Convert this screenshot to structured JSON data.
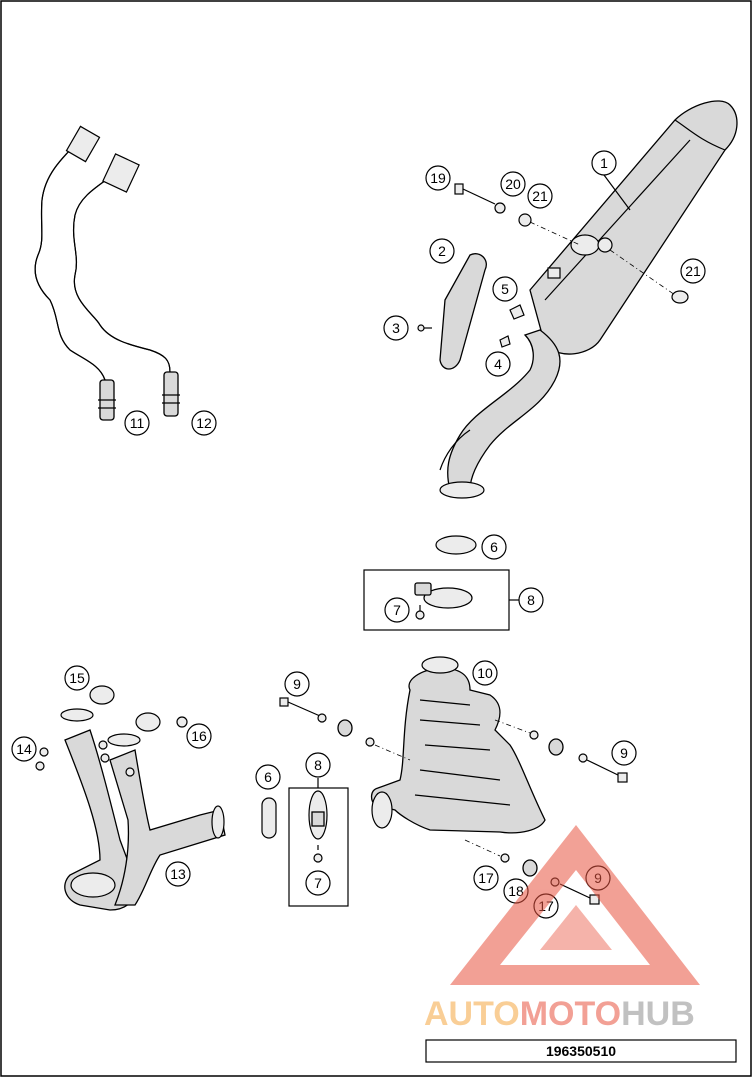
{
  "callouts": [
    {
      "id": "c1",
      "label": "1"
    },
    {
      "id": "c2",
      "label": "2"
    },
    {
      "id": "c3",
      "label": "3"
    },
    {
      "id": "c4",
      "label": "4"
    },
    {
      "id": "c5",
      "label": "5"
    },
    {
      "id": "c6a",
      "label": "6"
    },
    {
      "id": "c6b",
      "label": "6"
    },
    {
      "id": "c7a",
      "label": "7"
    },
    {
      "id": "c7b",
      "label": "7"
    },
    {
      "id": "c8a",
      "label": "8"
    },
    {
      "id": "c8b",
      "label": "8"
    },
    {
      "id": "c9a",
      "label": "9"
    },
    {
      "id": "c9b",
      "label": "9"
    },
    {
      "id": "c9c",
      "label": "9"
    },
    {
      "id": "c10",
      "label": "10"
    },
    {
      "id": "c11",
      "label": "11"
    },
    {
      "id": "c12",
      "label": "12"
    },
    {
      "id": "c13",
      "label": "13"
    },
    {
      "id": "c14",
      "label": "14"
    },
    {
      "id": "c15",
      "label": "15"
    },
    {
      "id": "c16",
      "label": "16"
    },
    {
      "id": "c17a",
      "label": "17"
    },
    {
      "id": "c17b",
      "label": "17"
    },
    {
      "id": "c18",
      "label": "18"
    },
    {
      "id": "c19",
      "label": "19"
    },
    {
      "id": "c20",
      "label": "20"
    },
    {
      "id": "c21a",
      "label": "21"
    },
    {
      "id": "c21b",
      "label": "21"
    }
  ],
  "watermark": {
    "brand_part1": "AUTO",
    "brand_part2": "MOTO",
    "brand_part3": "HUB",
    "color_orange": "#f5a742",
    "color_red": "#e8533f",
    "color_gray": "#8f8f8f"
  },
  "document_number": "196350510"
}
